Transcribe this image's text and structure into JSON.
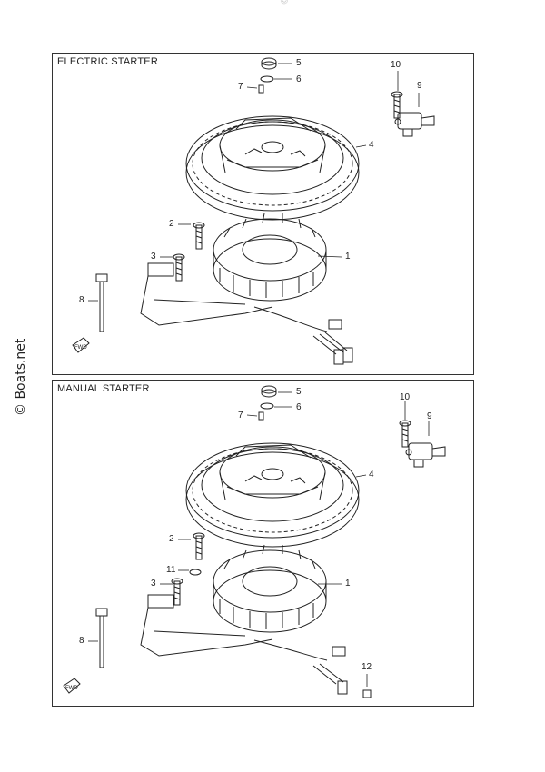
{
  "watermark": {
    "side_text": "© Boats.net",
    "ghost_text": "© Boats.net"
  },
  "panels": [
    {
      "id": "electric",
      "title": "ELECTRIC STARTER",
      "callouts": [
        "1",
        "2",
        "3",
        "4",
        "5",
        "6",
        "7",
        "8",
        "9",
        "10"
      ]
    },
    {
      "id": "manual",
      "title": "MANUAL STARTER",
      "callouts": [
        "1",
        "2",
        "3",
        "4",
        "5",
        "6",
        "7",
        "8",
        "9",
        "10",
        "11",
        "12"
      ]
    }
  ],
  "fwd_label": "FWD",
  "colors": {
    "line": "#222222",
    "panel_border": "#333333",
    "watermark": "#bbbbbb"
  }
}
